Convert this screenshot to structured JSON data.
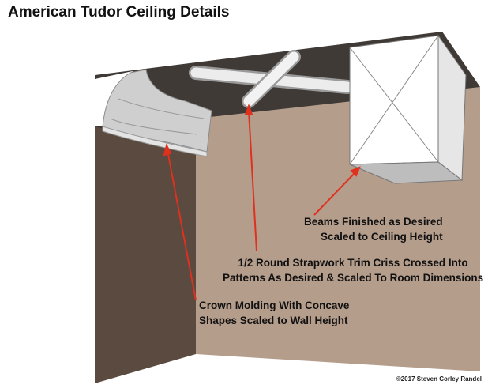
{
  "title": "American Tudor Ceiling Details",
  "labels": {
    "beams": [
      "Beams Finished as Desired",
      "Scaled to Ceiling Height"
    ],
    "strapwork": [
      "1/2 Round Strapwork Trim Criss Crossed Into",
      "Patterns As Desired & Scaled To Room Dimensions"
    ],
    "crown": [
      "Crown Molding With Concave",
      "Shapes Scaled to Wall Height"
    ]
  },
  "copyright": "©2017 Steven Corley Randel",
  "colors": {
    "ceiling": "#3f3a36",
    "left_wall": "#5a4a40",
    "back_wall": "#b59d8c",
    "molding": "#d6d6d6",
    "beam": "#ffffff",
    "arrow": "#e0301e"
  }
}
